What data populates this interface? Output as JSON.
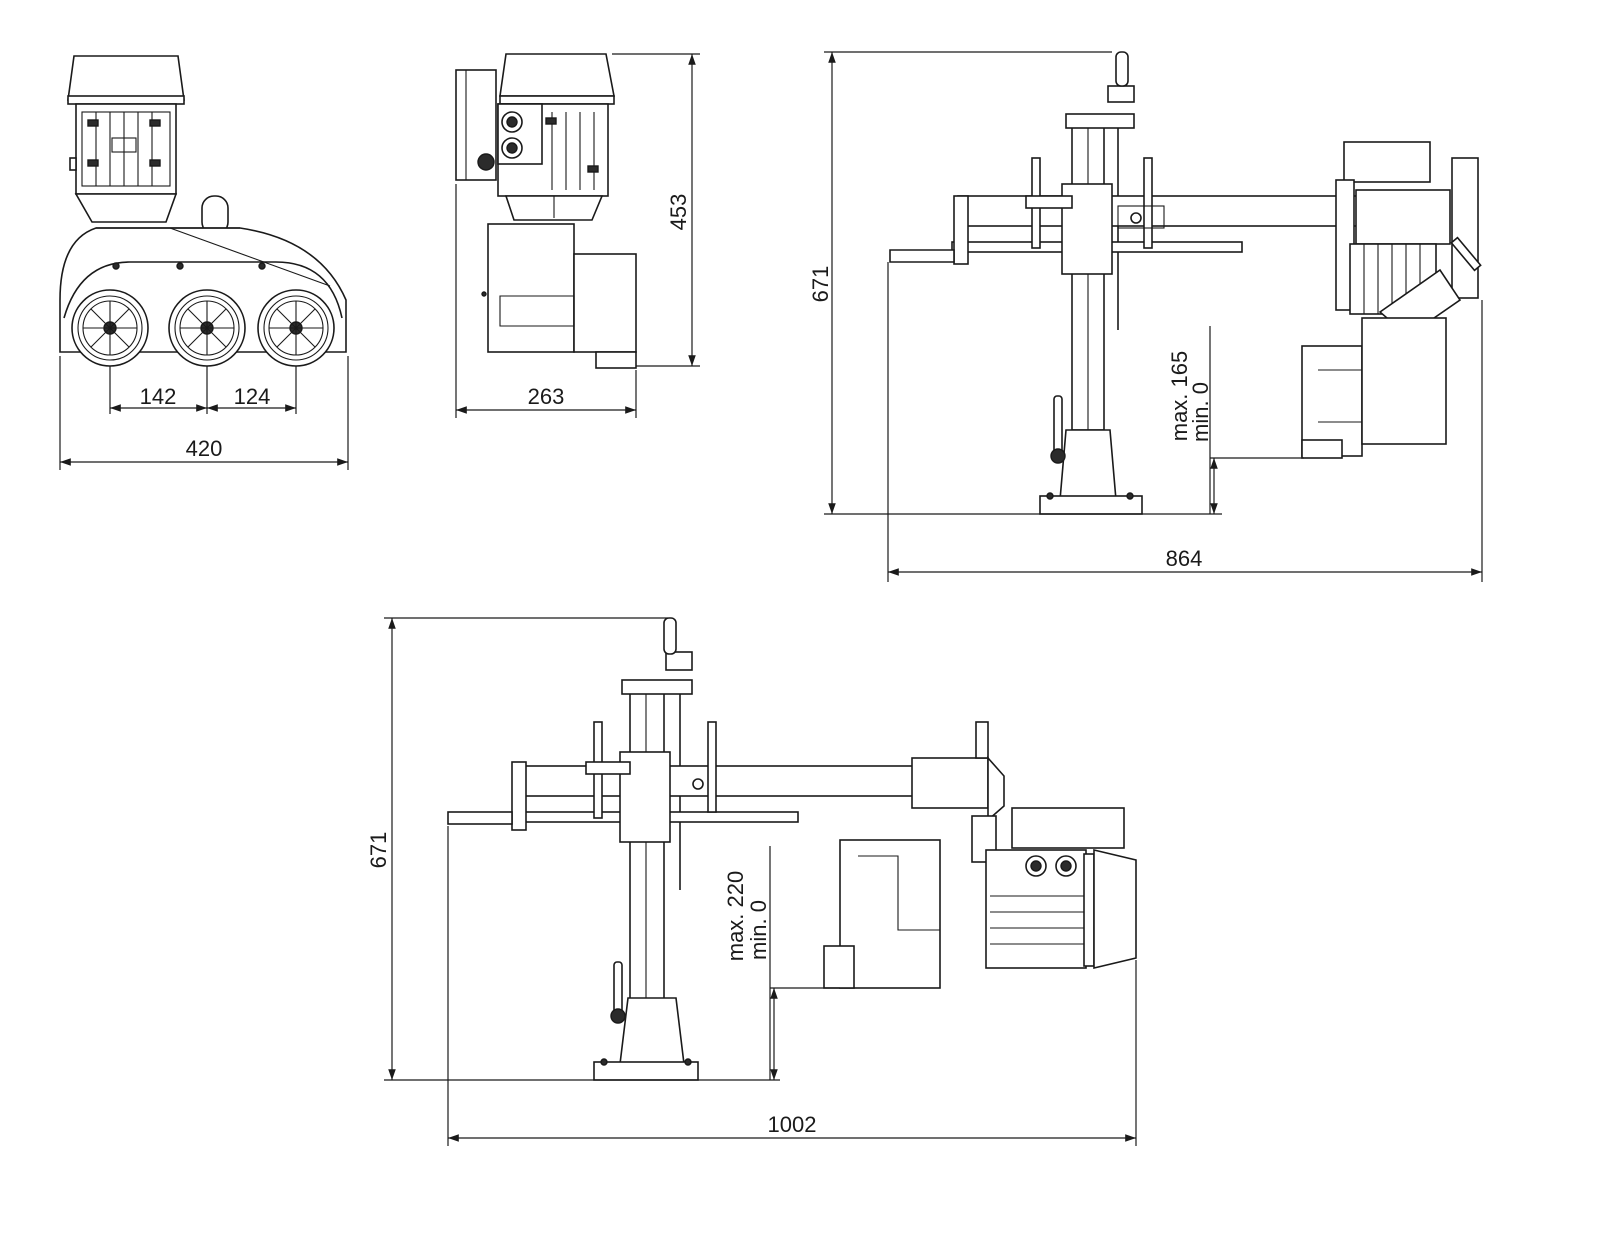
{
  "dimensions": {
    "front_overall_width": "420",
    "front_roller_spacing_1": "142",
    "front_roller_spacing_2": "124",
    "side_depth": "263",
    "side_height": "453",
    "view3_height": "671",
    "view3_width": "864",
    "view3_range_max": "max. 165",
    "view3_range_min": "min. 0",
    "view4_height": "671",
    "view4_width": "1002",
    "view4_range_max": "max. 220",
    "view4_range_min": "min. 0"
  },
  "colors": {
    "line": "#1a1a1a",
    "background": "#ffffff"
  }
}
